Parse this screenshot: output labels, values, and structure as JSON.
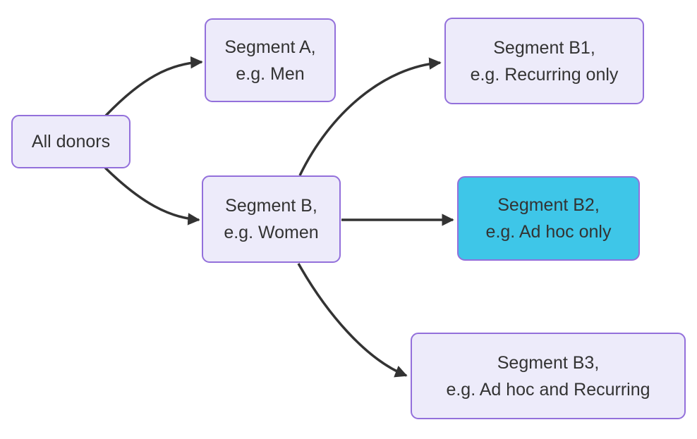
{
  "diagram": {
    "type": "flowchart",
    "direction": "left-to-right",
    "colors": {
      "background": "#ffffff",
      "node_fill": "#edebfa",
      "node_border": "#9370DB",
      "highlight_fill": "#3ec6e8",
      "edge": "#333333",
      "text": "#333333"
    },
    "nodes": [
      {
        "id": "all-donors",
        "line1": "All donors",
        "line2": "",
        "highlighted": false
      },
      {
        "id": "segment-a",
        "line1": "Segment A,",
        "line2": "e.g. Men",
        "highlighted": false
      },
      {
        "id": "segment-b",
        "line1": "Segment B,",
        "line2": "e.g. Women",
        "highlighted": false
      },
      {
        "id": "segment-b1",
        "line1": "Segment B1,",
        "line2": "e.g. Recurring only",
        "highlighted": false
      },
      {
        "id": "segment-b2",
        "line1": "Segment B2,",
        "line2": "e.g. Ad hoc only",
        "highlighted": true
      },
      {
        "id": "segment-b3",
        "line1": "Segment B3,",
        "line2": "e.g. Ad hoc and Recurring",
        "highlighted": false
      }
    ],
    "edges": [
      {
        "from": "all-donors",
        "to": "segment-a"
      },
      {
        "from": "all-donors",
        "to": "segment-b"
      },
      {
        "from": "segment-b",
        "to": "segment-b1"
      },
      {
        "from": "segment-b",
        "to": "segment-b2"
      },
      {
        "from": "segment-b",
        "to": "segment-b3"
      }
    ]
  }
}
